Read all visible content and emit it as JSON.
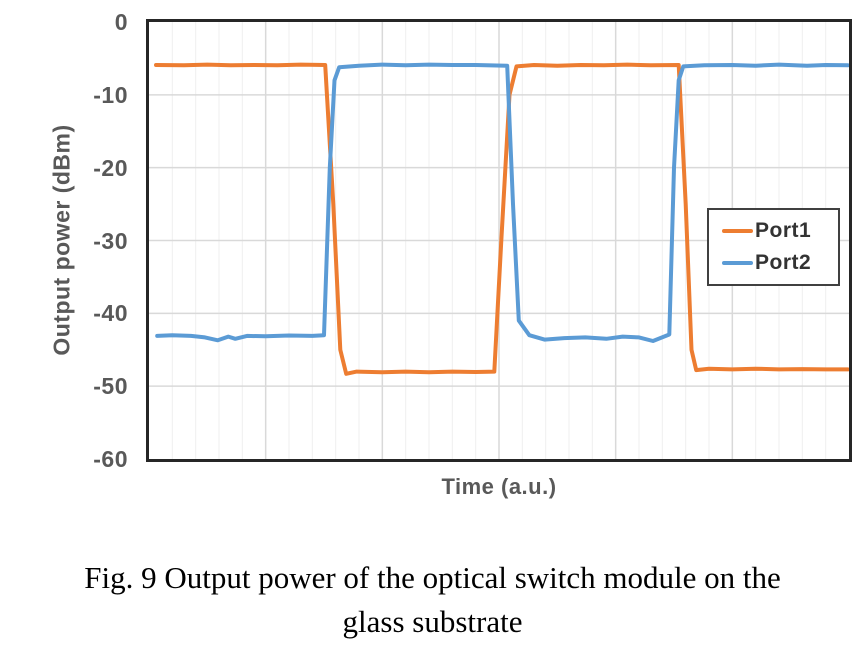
{
  "colors": {
    "port1": "#ED7D31",
    "port2": "#5B9BD5",
    "axis_text": "#595959",
    "legend_text": "#333333",
    "plot_border": "#262626",
    "grid_major": "#D9D9D9",
    "grid_minor": "#EFEFEF",
    "background": "#FFFFFF"
  },
  "caption": {
    "line1": "Fig. 9 Output power of the optical switch module on the",
    "line2": "glass substrate"
  },
  "chart_data": {
    "type": "line",
    "title": "",
    "xlabel": "Time (a.u.)",
    "ylabel": "Output power (dBm)",
    "xlim": [
      0,
      30
    ],
    "ylim": [
      -60,
      0
    ],
    "x_minor_step": 1,
    "x_major_step": 5,
    "y_ticks": [
      0,
      -10,
      -20,
      -30,
      -40,
      -50,
      -60
    ],
    "y_tick_labels": [
      "0",
      "-10",
      "-20",
      "-30",
      "-40",
      "-50",
      "-60"
    ],
    "grid": "x-minor-and-major, y-major",
    "legend_position": "middle-right",
    "series": [
      {
        "name": "Port1",
        "color": "#ED7D31",
        "high_level_dBm": -6,
        "low_level_dBm": -48,
        "points": [
          [
            0.3,
            -5.9
          ],
          [
            1.5,
            -5.95
          ],
          [
            2.5,
            -5.85
          ],
          [
            3.5,
            -5.95
          ],
          [
            4.5,
            -5.9
          ],
          [
            5.5,
            -5.95
          ],
          [
            6.5,
            -5.85
          ],
          [
            7.55,
            -5.9
          ],
          [
            7.9,
            -25
          ],
          [
            8.2,
            -45
          ],
          [
            8.45,
            -48.3
          ],
          [
            8.9,
            -48.0
          ],
          [
            10,
            -48.1
          ],
          [
            11,
            -48.0
          ],
          [
            12,
            -48.1
          ],
          [
            13,
            -48.0
          ],
          [
            14,
            -48.05
          ],
          [
            14.8,
            -48.0
          ],
          [
            15.1,
            -30
          ],
          [
            15.45,
            -10
          ],
          [
            15.75,
            -6.1
          ],
          [
            16.5,
            -5.9
          ],
          [
            17.5,
            -6.0
          ],
          [
            18.5,
            -5.9
          ],
          [
            19.5,
            -5.95
          ],
          [
            20.5,
            -5.85
          ],
          [
            21.5,
            -5.95
          ],
          [
            22.7,
            -5.9
          ],
          [
            23.0,
            -25
          ],
          [
            23.25,
            -45
          ],
          [
            23.45,
            -47.8
          ],
          [
            24,
            -47.6
          ],
          [
            25,
            -47.7
          ],
          [
            26,
            -47.6
          ],
          [
            27,
            -47.7
          ],
          [
            28,
            -47.65
          ],
          [
            29,
            -47.7
          ],
          [
            29.95,
            -47.7
          ]
        ]
      },
      {
        "name": "Port2",
        "color": "#5B9BD5",
        "high_level_dBm": -6,
        "low_level_dBm": -43,
        "points": [
          [
            0.35,
            -43.1
          ],
          [
            1.0,
            -43.0
          ],
          [
            1.8,
            -43.1
          ],
          [
            2.4,
            -43.3
          ],
          [
            2.95,
            -43.7
          ],
          [
            3.4,
            -43.2
          ],
          [
            3.7,
            -43.5
          ],
          [
            4.2,
            -43.1
          ],
          [
            5,
            -43.15
          ],
          [
            6,
            -43.05
          ],
          [
            7,
            -43.1
          ],
          [
            7.5,
            -43.0
          ],
          [
            7.75,
            -20
          ],
          [
            7.95,
            -8
          ],
          [
            8.15,
            -6.2
          ],
          [
            9,
            -6.0
          ],
          [
            10,
            -5.85
          ],
          [
            11,
            -5.95
          ],
          [
            12,
            -5.85
          ],
          [
            13,
            -5.9
          ],
          [
            14,
            -5.9
          ],
          [
            15.35,
            -6.0
          ],
          [
            15.6,
            -25
          ],
          [
            15.85,
            -41
          ],
          [
            16.3,
            -43.0
          ],
          [
            16.95,
            -43.6
          ],
          [
            17.8,
            -43.4
          ],
          [
            18.7,
            -43.3
          ],
          [
            19.6,
            -43.5
          ],
          [
            20.3,
            -43.2
          ],
          [
            21.0,
            -43.3
          ],
          [
            21.6,
            -43.8
          ],
          [
            22.3,
            -42.9
          ],
          [
            22.5,
            -20
          ],
          [
            22.7,
            -8
          ],
          [
            22.9,
            -6.1
          ],
          [
            23.8,
            -5.95
          ],
          [
            25,
            -5.9
          ],
          [
            26,
            -6.0
          ],
          [
            27,
            -5.85
          ],
          [
            28.2,
            -6.0
          ],
          [
            29,
            -5.9
          ],
          [
            29.95,
            -5.95
          ]
        ]
      }
    ]
  }
}
